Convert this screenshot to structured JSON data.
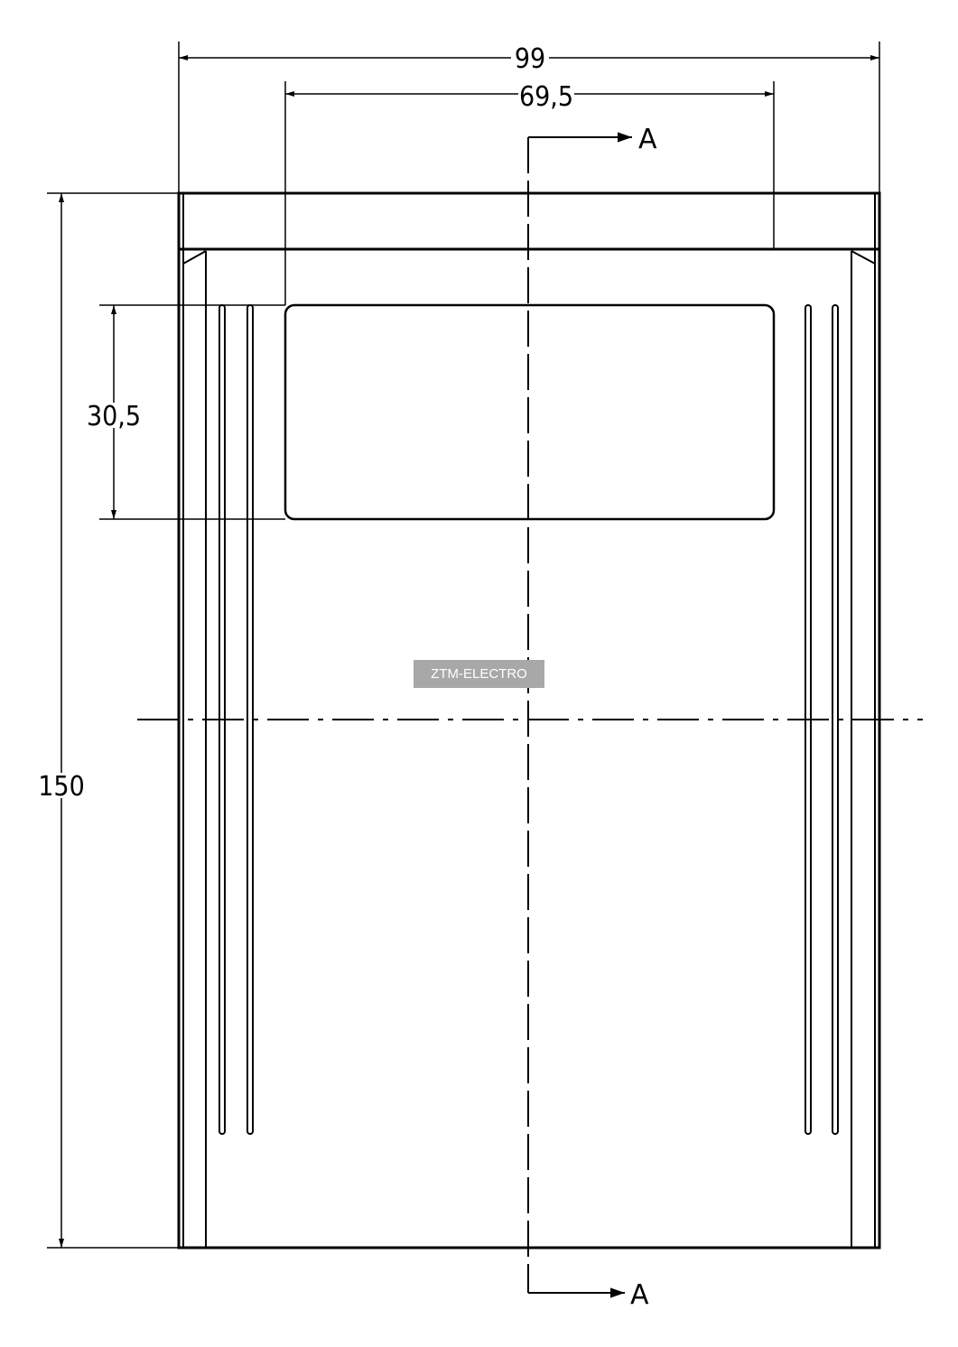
{
  "dimensions": {
    "overall_width": "99",
    "window_width": "69,5",
    "window_height": "30,5",
    "overall_height": "150"
  },
  "section": {
    "top_label": "A",
    "bottom_label": "A"
  },
  "watermark": {
    "text": "ZTM-ELECTRO"
  }
}
